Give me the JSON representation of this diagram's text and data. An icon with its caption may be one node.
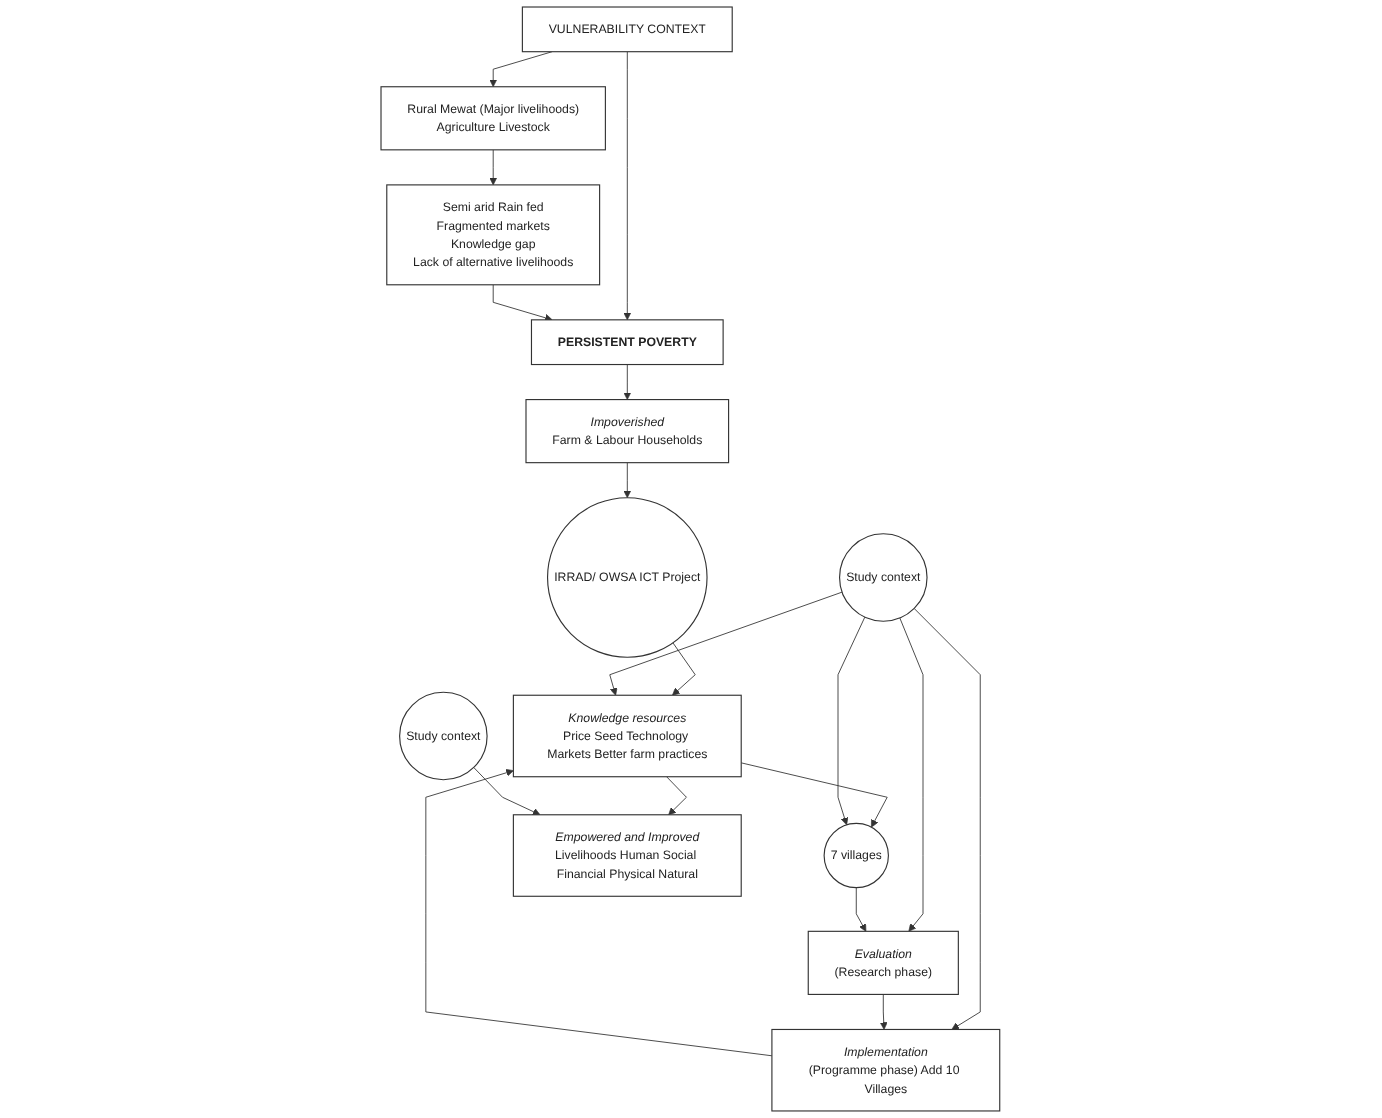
{
  "diagram": {
    "nodes": [
      {
        "text": [
          "VULNERABILITY CONTEXT"
        ]
      },
      {
        "text": [
          "Rural Mewat (Major livelihoods)",
          "Agriculture Livestock"
        ]
      },
      {
        "text": [
          "Semi arid Rain fed",
          "Fragmented markets",
          "Knowledge gap",
          "Lack of alternative livelihoods"
        ]
      },
      {
        "text": [
          "PERSISTENT POVERTY"
        ]
      },
      {
        "text": [
          "Impoverished",
          "Farm & Labour Households"
        ]
      },
      {
        "text": [
          "IRRAD/ OWSA ICT Project"
        ]
      },
      {
        "text": [
          "Knowledge resources",
          "Price Seed Technology Markets Better farm practices"
        ]
      },
      {
        "text": [
          "7 villages"
        ]
      },
      {
        "text": [
          "Study context"
        ]
      },
      {
        "text": [
          "Empowered and Improved",
          "Livelihoods Human Social Financial Physical Natural"
        ]
      },
      {
        "text": [
          "Study context"
        ]
      },
      {
        "text": [
          "Implementation",
          "(Programme phase) Add 10 Villages"
        ]
      },
      {
        "text": [
          "Evaluation",
          "(Research phase)"
        ]
      }
    ],
    "edges": [
      {
        "from": 0,
        "to": 1,
        "arrow": "to"
      },
      {
        "from": 0,
        "to": 3,
        "arrow": "to"
      },
      {
        "from": 1,
        "to": 2,
        "arrow": "to"
      },
      {
        "from": 2,
        "to": 3,
        "arrow": "to"
      },
      {
        "from": 3,
        "to": 4,
        "arrow": "to"
      },
      {
        "from": 4,
        "to": 5,
        "arrow": "to"
      },
      {
        "from": 5,
        "to": 6,
        "arrow": "to"
      },
      {
        "from": 6,
        "to": 7,
        "arrow": "to"
      },
      {
        "from": 8,
        "to": 6,
        "arrow": "to"
      },
      {
        "from": 8,
        "to": 7,
        "arrow": "to"
      },
      {
        "from": 8,
        "to": 11,
        "arrow": "to"
      },
      {
        "from": 8,
        "to": 12,
        "arrow": "to"
      },
      {
        "from": 7,
        "to": 12,
        "arrow": "to"
      },
      {
        "from": 11,
        "to": 6,
        "arrow": "to"
      },
      {
        "from": 12,
        "to": 11,
        "arrow": "to"
      },
      {
        "from": 6,
        "to": 9,
        "arrow": "to"
      },
      {
        "from": 10,
        "to": 9,
        "arrow": "to"
      }
    ]
  }
}
